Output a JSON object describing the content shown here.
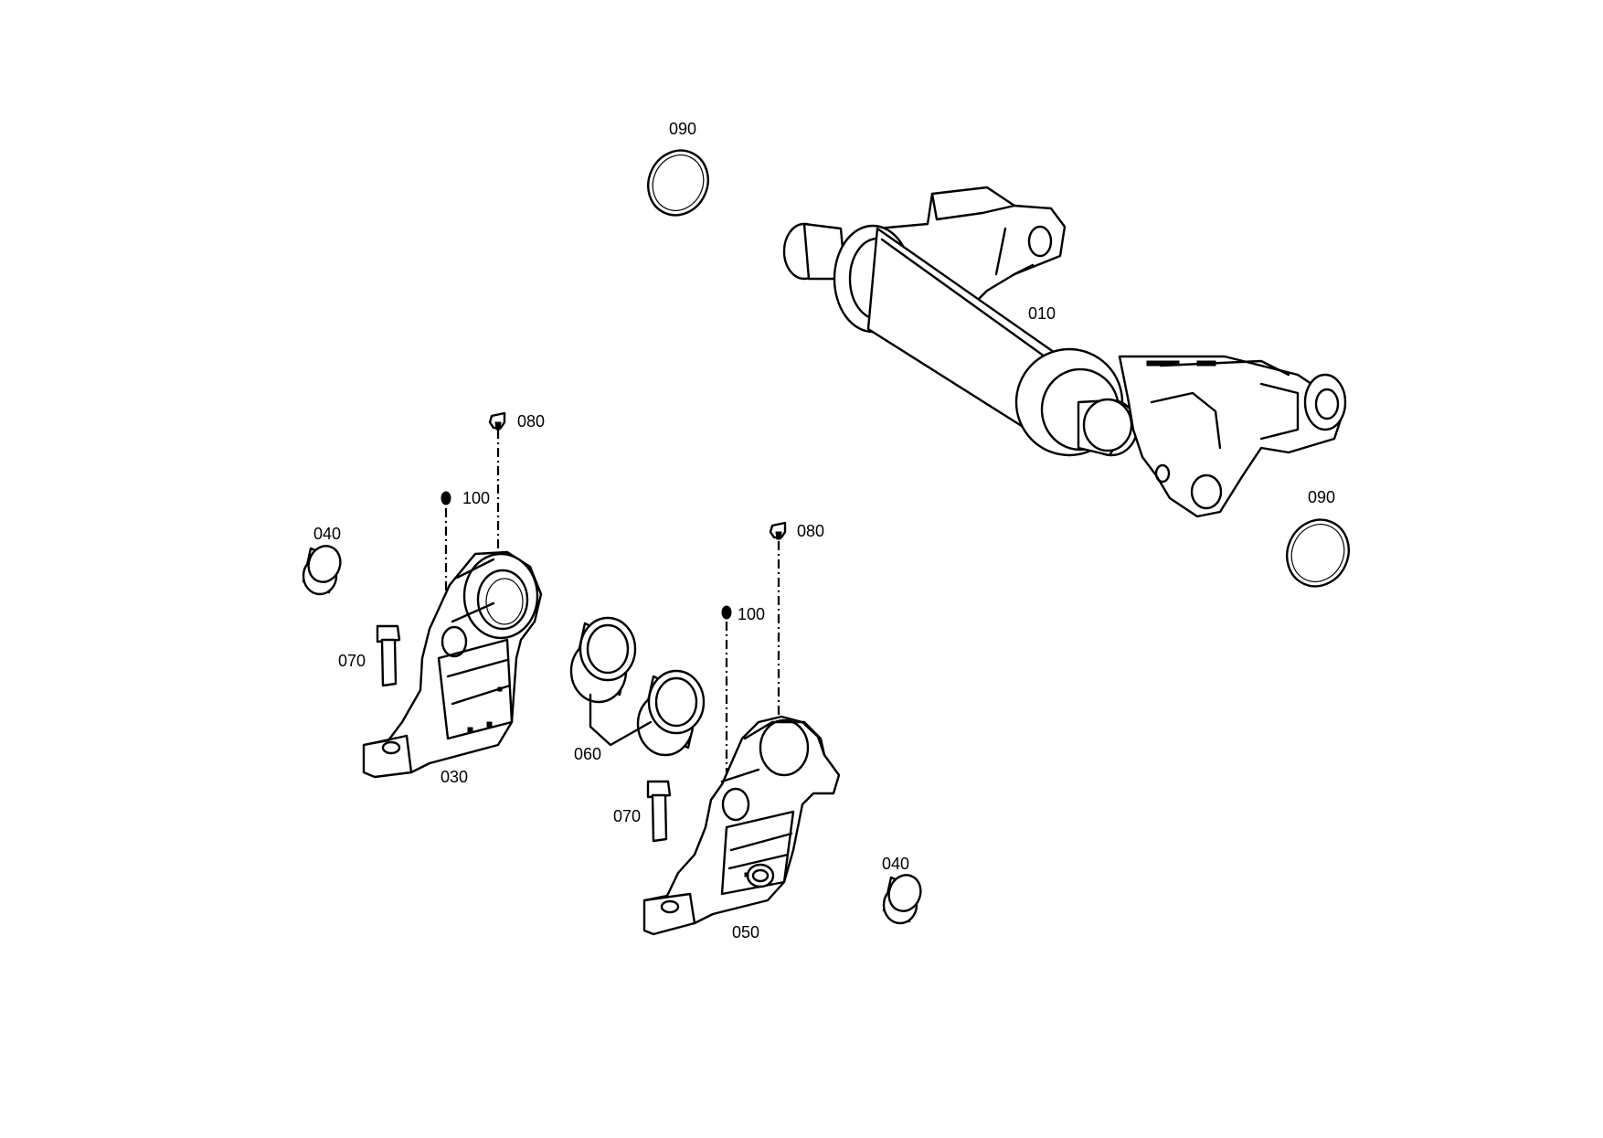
{
  "parts": {
    "p010": "010",
    "p030": "030",
    "p040": "040",
    "p050": "050",
    "p060": "060",
    "p070": "070",
    "p080": "080",
    "p090": "090",
    "p100": "100"
  }
}
